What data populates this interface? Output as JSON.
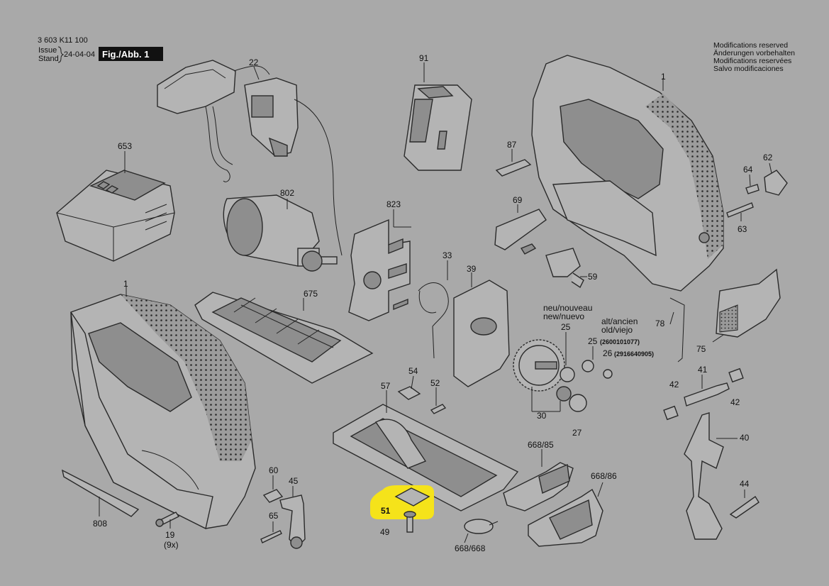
{
  "header": {
    "doc_number": "3 603 K11 100",
    "issue_label_1": "Issue",
    "issue_label_2": "Stand",
    "issue_date": "24-04-04",
    "figure_label": "Fig./Abb. 1"
  },
  "notice": [
    "Modifications reserved",
    "Änderungen vorbehalten",
    "Modifications reservées",
    "Salvo modificaciones"
  ],
  "annotations": {
    "new_1": "neu/nouveau",
    "new_2": "new/nuevo",
    "old_1": "alt/ancien",
    "old_2": "old/viejo",
    "old_25_code": "(2600101077)",
    "old_26_code": "(2916640905)",
    "qty_19": "(9x)"
  },
  "highlight_color": "#f5e31a",
  "parts": {
    "p1a": "1",
    "p1b": "1",
    "p19": "19",
    "p22": "22",
    "p25a": "25",
    "p25b": "25",
    "p26": "26",
    "p27": "27",
    "p30": "30",
    "p33": "33",
    "p39": "39",
    "p40": "40",
    "p41": "41",
    "p42a": "42",
    "p42b": "42",
    "p44": "44",
    "p45": "45",
    "p49": "49",
    "p51": "51",
    "p52": "52",
    "p54": "54",
    "p57": "57",
    "p59": "59",
    "p60": "60",
    "p62": "62",
    "p63": "63",
    "p64": "64",
    "p65": "65",
    "p69": "69",
    "p75": "75",
    "p78": "78",
    "p87": "87",
    "p91": "91",
    "p653": "653",
    "p668_85": "668/85",
    "p668_86": "668/86",
    "p668_668": "668/668",
    "p675": "675",
    "p802": "802",
    "p808": "808",
    "p823": "823"
  }
}
